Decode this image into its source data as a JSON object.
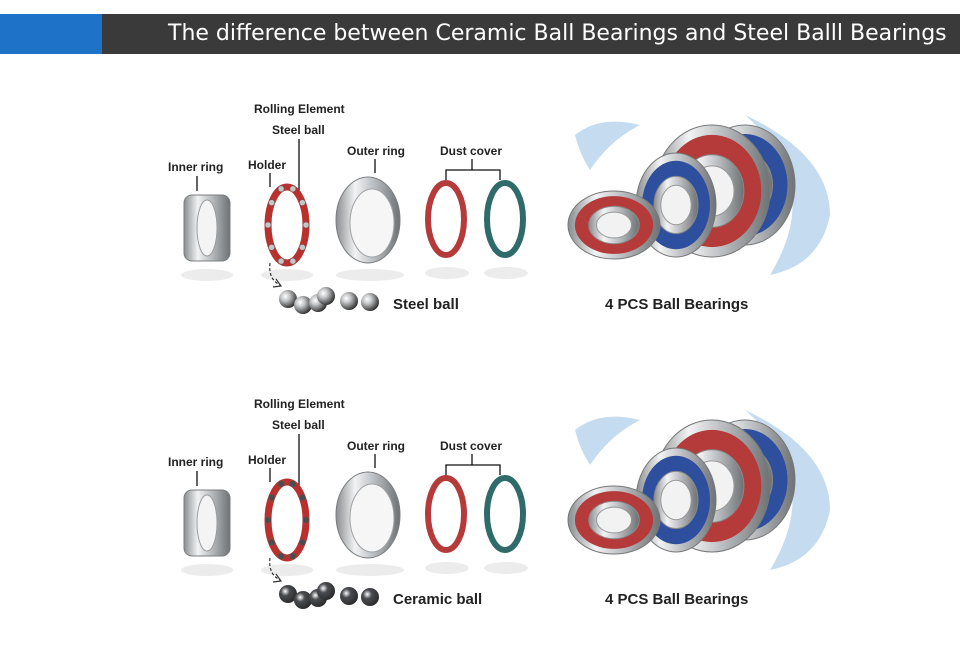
{
  "header": {
    "title": "The difference between Ceramic Ball Bearings and Steel Balll Bearings",
    "accent_color": "#1e72c8",
    "bar_color": "#3a3a3a"
  },
  "panels": [
    {
      "labels": {
        "inner_ring": "Inner ring",
        "holder": "Holder",
        "rolling_element": "Rolling Element",
        "steel_ball": "Steel ball",
        "outer_ring": "Outer ring",
        "dust_cover": "Dust cover"
      },
      "ball_caption": "Steel ball",
      "ball_type": "steel",
      "bearings_caption": "4 PCS Ball Bearings"
    },
    {
      "labels": {
        "inner_ring": "Inner ring",
        "holder": "Holder",
        "rolling_element": "Rolling Element",
        "steel_ball": "Steel ball",
        "outer_ring": "Outer ring",
        "dust_cover": "Dust cover"
      },
      "ball_caption": "Ceramic ball",
      "ball_type": "ceramic",
      "bearings_caption": "4 PCS Ball Bearings"
    }
  ],
  "colors": {
    "steel": "#c4c6c8",
    "ceramic": "#4a4c50",
    "holder_red": "#b8312f",
    "seal_red": "#b53a3a",
    "seal_teal": "#2f6b6b",
    "seal_blue": "#2d4f9e",
    "water": "#5a9bd4"
  }
}
